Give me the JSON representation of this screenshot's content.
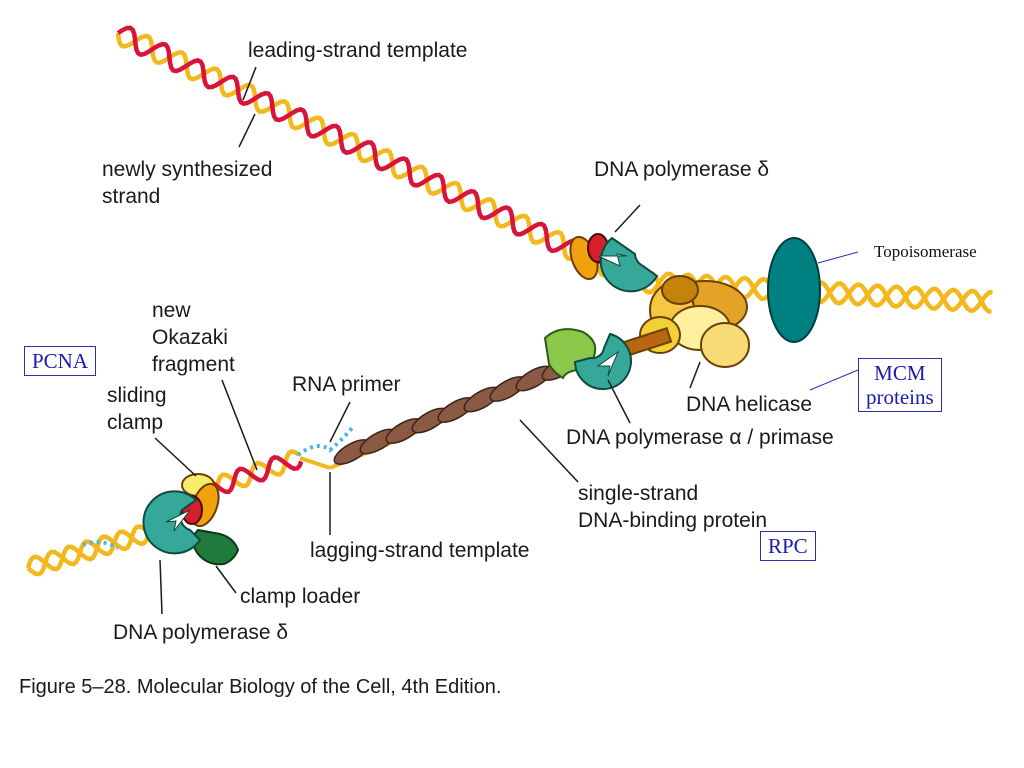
{
  "labels": {
    "leading_template": "leading-strand template",
    "newly_synth_1": "newly synthesized",
    "newly_synth_2": "strand",
    "pol_delta_top": "DNA polymerase δ",
    "new_okazaki_1": "new",
    "new_okazaki_2": "Okazaki",
    "new_okazaki_3": "fragment",
    "rna_primer": "RNA primer",
    "sliding_clamp_1": "sliding",
    "sliding_clamp_2": "clamp",
    "dna_helicase": "DNA helicase",
    "pol_alpha": "DNA polymerase α / primase",
    "ssb_1": "single-strand",
    "ssb_2": "DNA-binding protein",
    "lagging_template": "lagging-strand template",
    "clamp_loader": "clamp loader",
    "pol_delta_bottom": "DNA polymerase δ"
  },
  "annotations": {
    "topoisomerase": "Topoisomerase",
    "pcna": "PCNA",
    "mcm_1": "MCM",
    "mcm_2": "proteins",
    "rpc": "RPC"
  },
  "caption": "Figure 5–28. Molecular Biology of the Cell, 4th Edition.",
  "colors": {
    "parental_strand": "#f2b81c",
    "new_strand": "#d8143a",
    "polymerase": "#35a89a",
    "helicase": "#e2a326",
    "clamp": "#e79a1c",
    "clamp_loader": "#1f7a3c",
    "primase": "#8cc84a",
    "ssb": "#8a5a44",
    "rna_primer": "#47b8e0",
    "topoisomerase": "#008080",
    "annotation_text": "#1b1bb0"
  }
}
